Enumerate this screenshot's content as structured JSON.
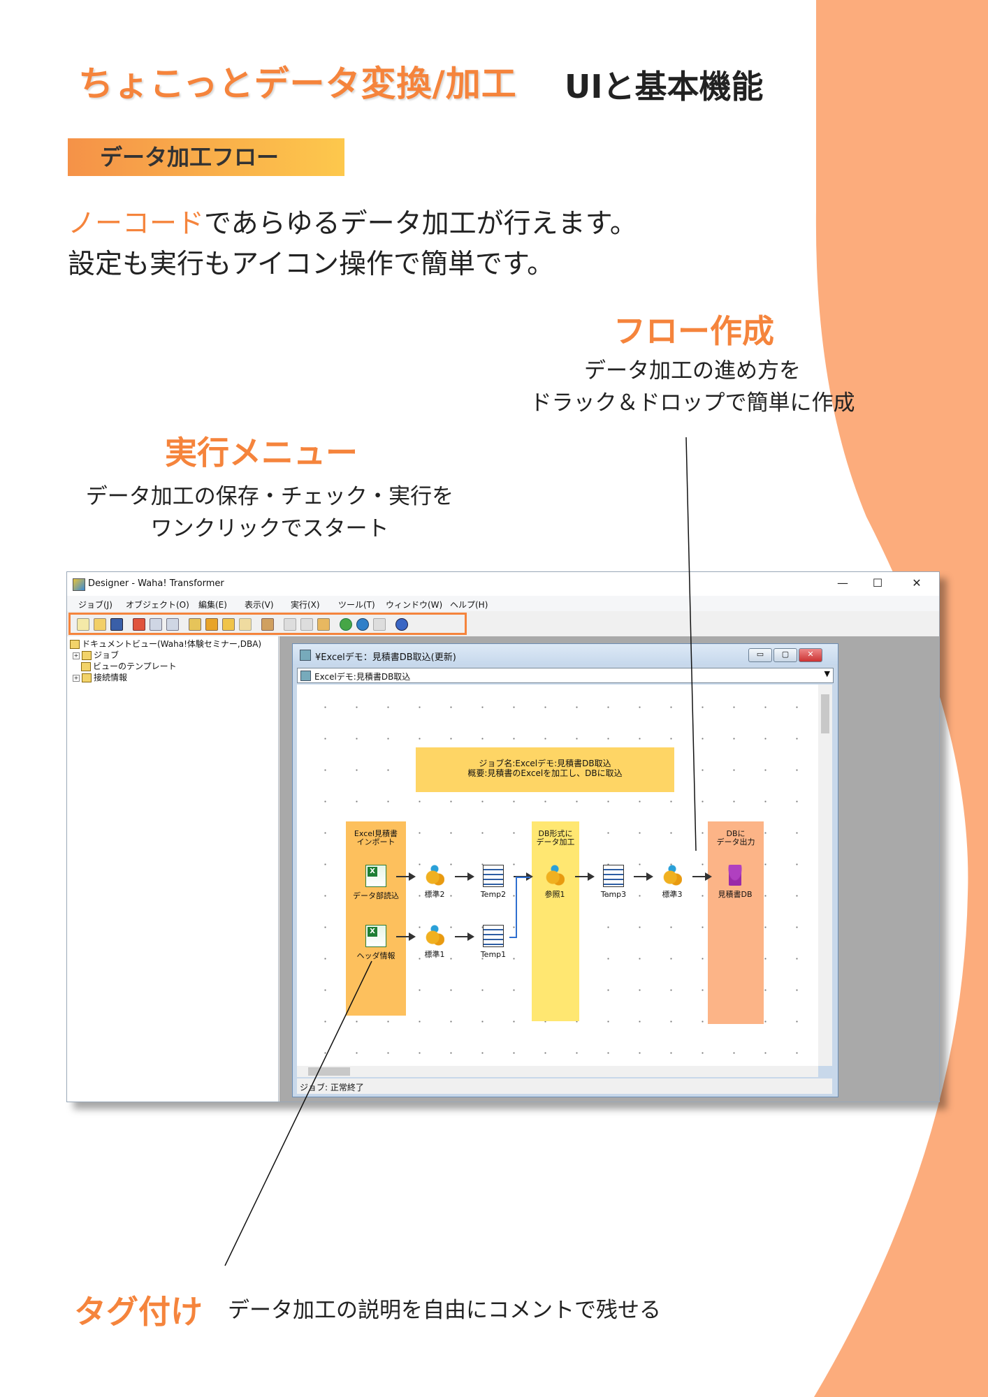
{
  "header": {
    "title": "ちょこっとデータ変換/加工",
    "subtitle": "UIと基本機能"
  },
  "section": {
    "label": "データ加工フロー"
  },
  "intro": {
    "highlight": "ノーコード",
    "line1_rest": "であらゆるデータ加工が行えます。",
    "line2": "設定も実行もアイコン操作で簡単です。"
  },
  "callouts": {
    "flow": {
      "title": "フロー作成",
      "line1": "データ加工の進め方を",
      "line2": "ドラック＆ドロップで簡単に作成"
    },
    "run": {
      "title": "実行メニュー",
      "line1": "データ加工の保存・チェック・実行を",
      "line2": "ワンクリックでスタート"
    },
    "tag": {
      "title": "タグ付け",
      "text": "データ加工の説明を自由にコメントで残せる"
    }
  },
  "colors": {
    "accent": "#f5843c",
    "bg_shape": "#fcac7c",
    "note": "#fed565"
  },
  "window": {
    "title": "Designer - Waha! Transformer",
    "controls": {
      "minimize": "—",
      "maximize": "☐",
      "close": "✕"
    },
    "menu": [
      "ジョブ(J)",
      "オブジェクト(O)",
      "編集(E)",
      "表示(V)",
      "実行(X)",
      "ツール(T)",
      "ウィンドウ(W)",
      "ヘルプ(H)"
    ],
    "toolbar_icons": [
      "new-icon",
      "open-icon",
      "save-icon",
      "check-icon",
      "import-icon",
      "export-icon",
      "view-icon",
      "object-icon",
      "link-icon",
      "folder-icon",
      "properties-icon",
      "cut-icon",
      "copy-icon",
      "paste-icon",
      "run-icon",
      "step-icon",
      "preview-icon",
      "help-icon"
    ],
    "tree": {
      "root": "ドキュメントビュー(Waha!体験セミナー,DBA)",
      "items": [
        "ジョブ",
        "ビューのテンプレート",
        "接続情報"
      ]
    },
    "child": {
      "title": "¥Excelデモ：見積書DB取込(更新)",
      "combo": "Excelデモ:見積書DB取込",
      "status": "ジョブ: 正常終了",
      "note": {
        "line1": "ジョブ名:Excelデモ:見積書DB取込",
        "line2": "概要:見積書のExcelを加工し、DBに取込"
      },
      "tags": {
        "import": {
          "line1": "Excel見積書",
          "line2": "インポート"
        },
        "process": {
          "line1": "DB形式に",
          "line2": "データ加工"
        },
        "output": {
          "line1": "DBに",
          "line2": "データ出力"
        }
      },
      "nodes": {
        "read": "データ部読込",
        "std2": "標準2",
        "temp2": "Temp2",
        "ref1": "参照1",
        "temp3": "Temp3",
        "std3": "標準3",
        "db": "見積書DB",
        "header": "ヘッダ情報",
        "std1": "標準1",
        "temp1": "Temp1"
      }
    }
  }
}
